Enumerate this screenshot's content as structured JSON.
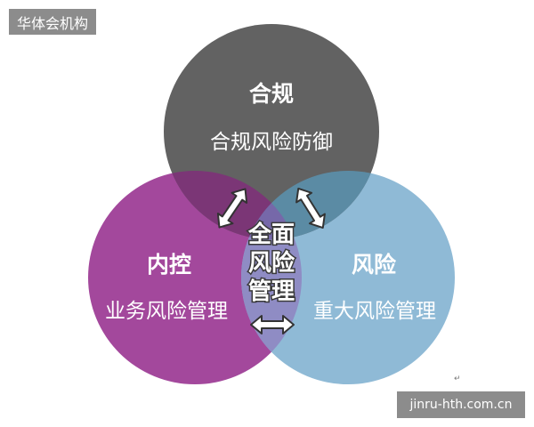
{
  "watermarks": {
    "top_left": "华体会机构",
    "bottom_right": "jinru-hth.com.cn"
  },
  "circles": {
    "top": {
      "title": "合规",
      "subtitle": "合规风险防御",
      "color": "#626262"
    },
    "left": {
      "title": "内控",
      "subtitle": "业务风险管理",
      "color": "#a3489c"
    },
    "right": {
      "title": "风险",
      "subtitle": "重大风险管理",
      "color": "#8fbad6"
    }
  },
  "overlaps": {
    "top_left": "#7b3676",
    "top_right": "#5b8ba4",
    "left_right": "#8f8cc4",
    "all": "#7668a9"
  },
  "center": {
    "lines": [
      "全面",
      "风险",
      "管理"
    ]
  },
  "mark": "↵"
}
